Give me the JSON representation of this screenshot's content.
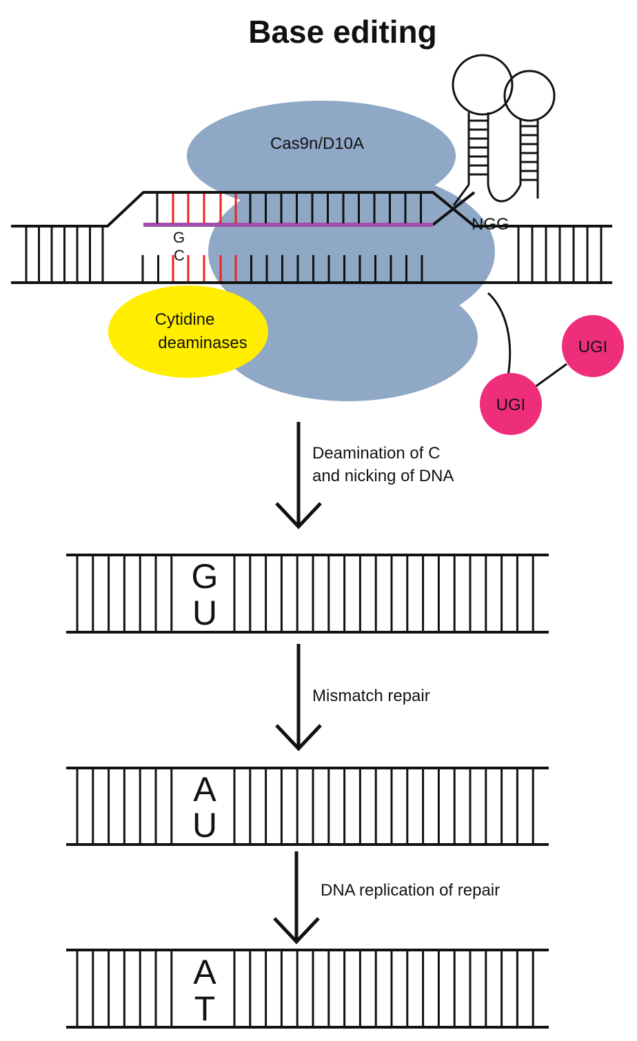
{
  "title": "Base editing",
  "protein": {
    "cas9_label": "Cas9n/D10A",
    "deaminase_label_line1": "Cytidine",
    "deaminase_label_line2": "deaminases",
    "ugi_label_1": "UGI",
    "ugi_label_2": "UGI",
    "pam_label": "NGG",
    "colors": {
      "cas9": "#8fa8c6",
      "deaminase": "#ffee00",
      "ugi": "#ee2e7b",
      "edit_window": "#ee2222",
      "guide_rna": "#a04ea8"
    }
  },
  "target_bases": {
    "top": "G",
    "bottom": "C"
  },
  "steps": [
    {
      "arrow_label_line1": "Deamination of C",
      "arrow_label_line2": "and nicking of DNA"
    },
    {
      "arrow_label_line1": "Mismatch  repair",
      "arrow_label_line2": ""
    },
    {
      "arrow_label_line1": "DNA replication of repair",
      "arrow_label_line2": ""
    }
  ],
  "duplexes": [
    {
      "top_base": "G",
      "bottom_base": "U"
    },
    {
      "top_base": "A",
      "bottom_base": "U"
    },
    {
      "top_base": "A",
      "bottom_base": "T"
    }
  ]
}
